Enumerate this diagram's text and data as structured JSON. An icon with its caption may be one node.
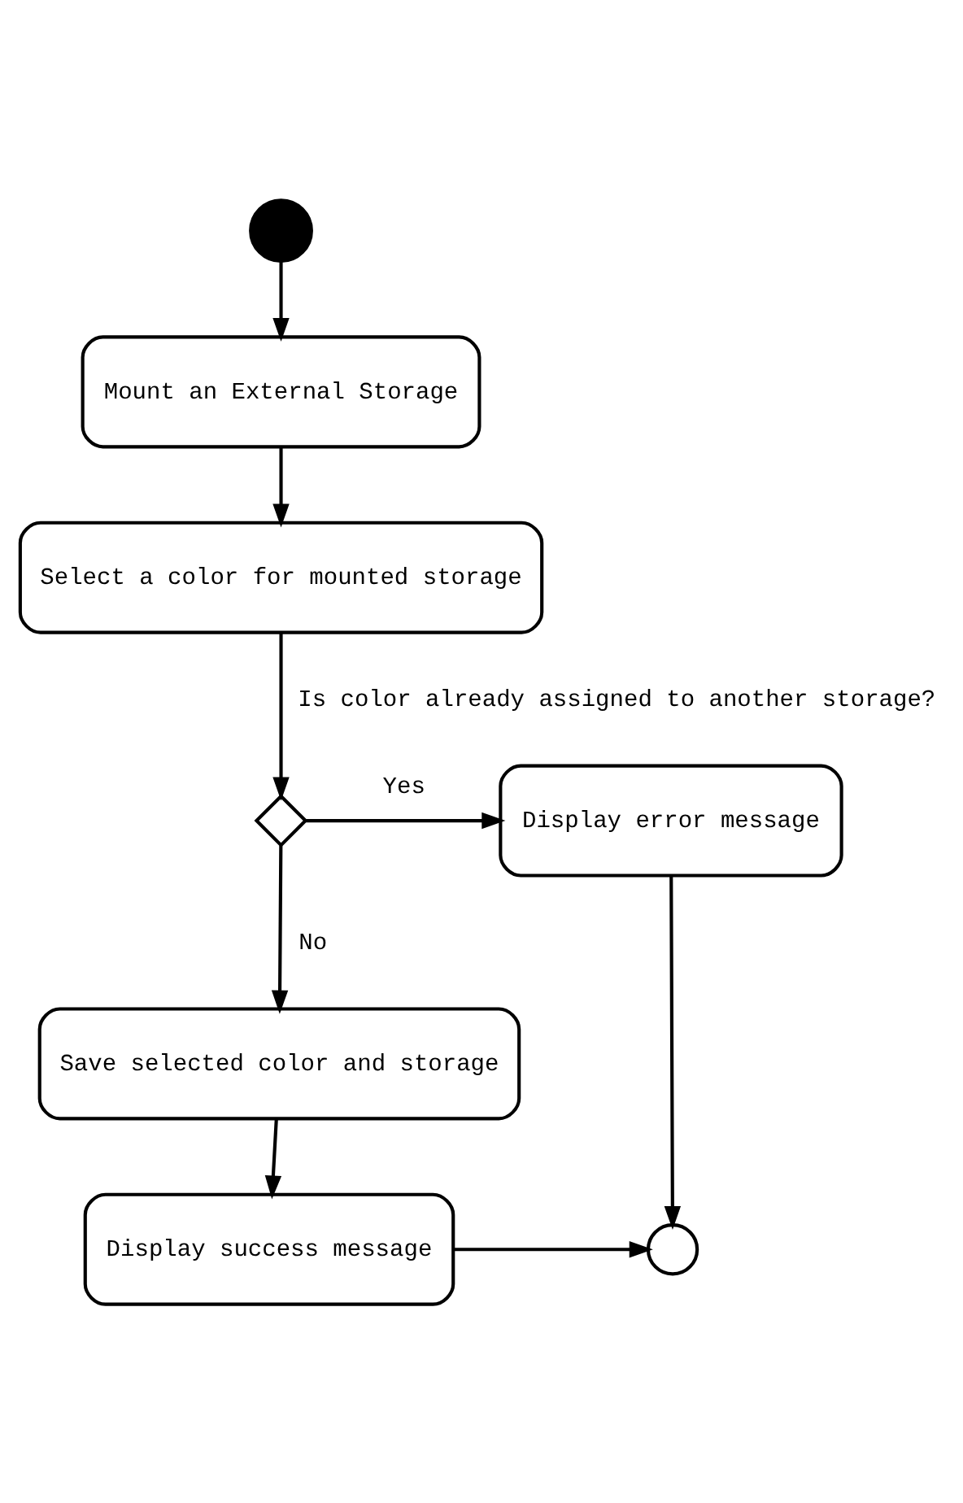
{
  "diagram": {
    "nodes": [
      {
        "text": [],
        "shape": "circle"
      },
      {
        "text": [
          "Mount an External Storage"
        ]
      },
      {
        "text": [
          "Select a color for mounted storage"
        ]
      },
      {
        "text": [],
        "shape": "diamond"
      },
      {
        "text": [
          "Display error message"
        ]
      },
      {
        "text": [
          "Save selected color and storage"
        ]
      },
      {
        "text": [
          "Display success message"
        ]
      },
      {
        "text": [],
        "shape": "circle"
      }
    ],
    "edges": [
      {
        "from": 0,
        "to": 1,
        "arrow": "to"
      },
      {
        "from": 1,
        "to": 2,
        "arrow": "to"
      },
      {
        "from": 2,
        "to": 3,
        "arrow": "to",
        "label": "Is color already assigned to another storage?"
      },
      {
        "from": 3,
        "to": 4,
        "arrow": "to",
        "label": "Yes"
      },
      {
        "from": 3,
        "to": 5,
        "arrow": "to",
        "label": "No"
      },
      {
        "from": 4,
        "to": 7,
        "arrow": "to"
      },
      {
        "from": 5,
        "to": 6,
        "arrow": "to"
      },
      {
        "from": 6,
        "to": 7,
        "arrow": "to"
      }
    ]
  }
}
